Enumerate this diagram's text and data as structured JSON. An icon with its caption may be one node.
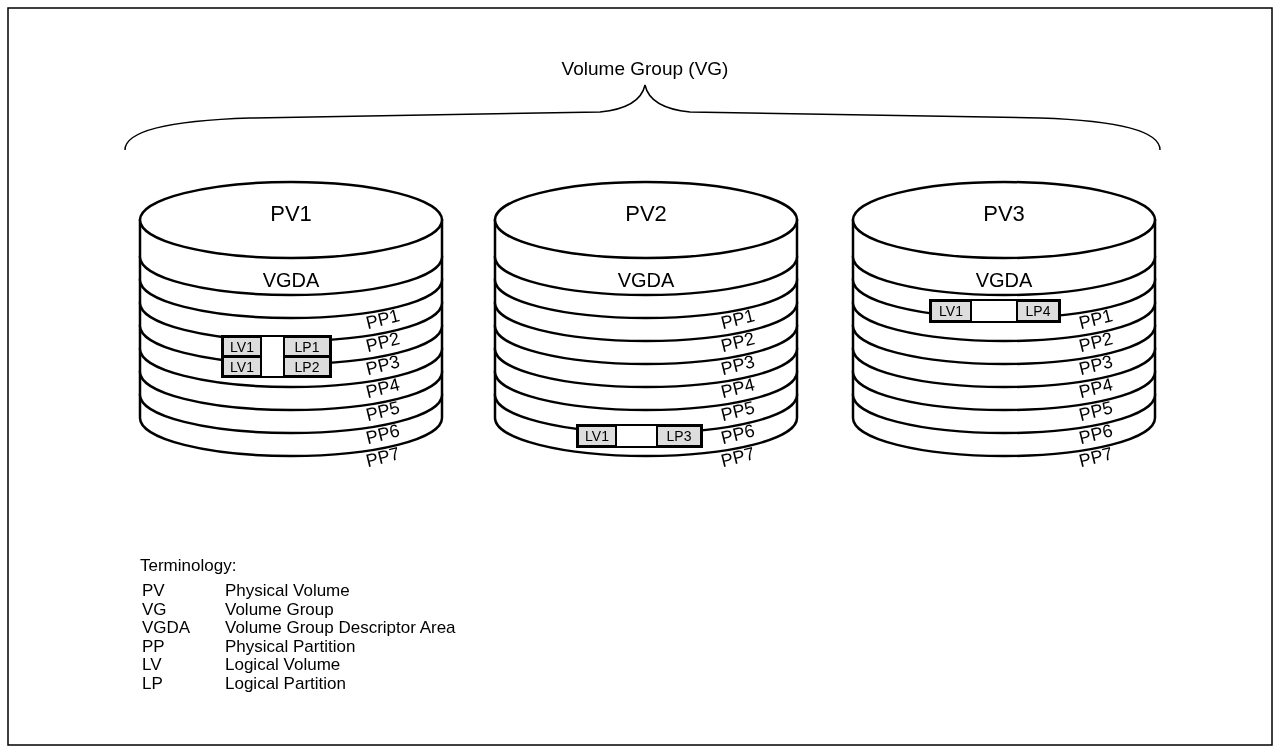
{
  "diagram": {
    "title": "Volume Group (VG)",
    "nodes": [
      {
        "text": [
          "PV1"
        ]
      },
      {
        "text": [
          "VGDA"
        ],
        "in": 0
      },
      {
        "text": [
          "LV1"
        ],
        "in": 0
      },
      {
        "text": [
          "LP1"
        ],
        "in": 0
      },
      {
        "text": [
          "LV1"
        ],
        "in": 0
      },
      {
        "text": [
          "LP2"
        ],
        "in": 0
      },
      {
        "text": [
          "PV2"
        ]
      },
      {
        "text": [
          "VGDA"
        ],
        "in": 6
      },
      {
        "text": [
          "LV1"
        ],
        "in": 6
      },
      {
        "text": [
          "LP3"
        ],
        "in": 6
      },
      {
        "text": [
          "PV3"
        ]
      },
      {
        "text": [
          "VGDA"
        ],
        "in": 10
      },
      {
        "text": [
          "LV1"
        ],
        "in": 10
      },
      {
        "text": [
          "LP4"
        ],
        "in": 10
      }
    ],
    "edges": [],
    "labels": [
      "PP1",
      "PP2",
      "PP3",
      "PP4",
      "PP5",
      "PP6",
      "PP7",
      "PP1",
      "PP2",
      "PP3",
      "PP4",
      "PP5",
      "PP6",
      "PP7",
      "PP1",
      "PP2",
      "PP3",
      "PP4",
      "PP5",
      "PP6",
      "PP7",
      "Terminology:",
      "PV",
      "Physical Volume",
      "VG",
      "Volume Group",
      "VGDA",
      "Volume Group Descriptor Area",
      "PP",
      "Physical Partition",
      "LV",
      "Logical Volume",
      "LP",
      "Logical Partition"
    ]
  }
}
